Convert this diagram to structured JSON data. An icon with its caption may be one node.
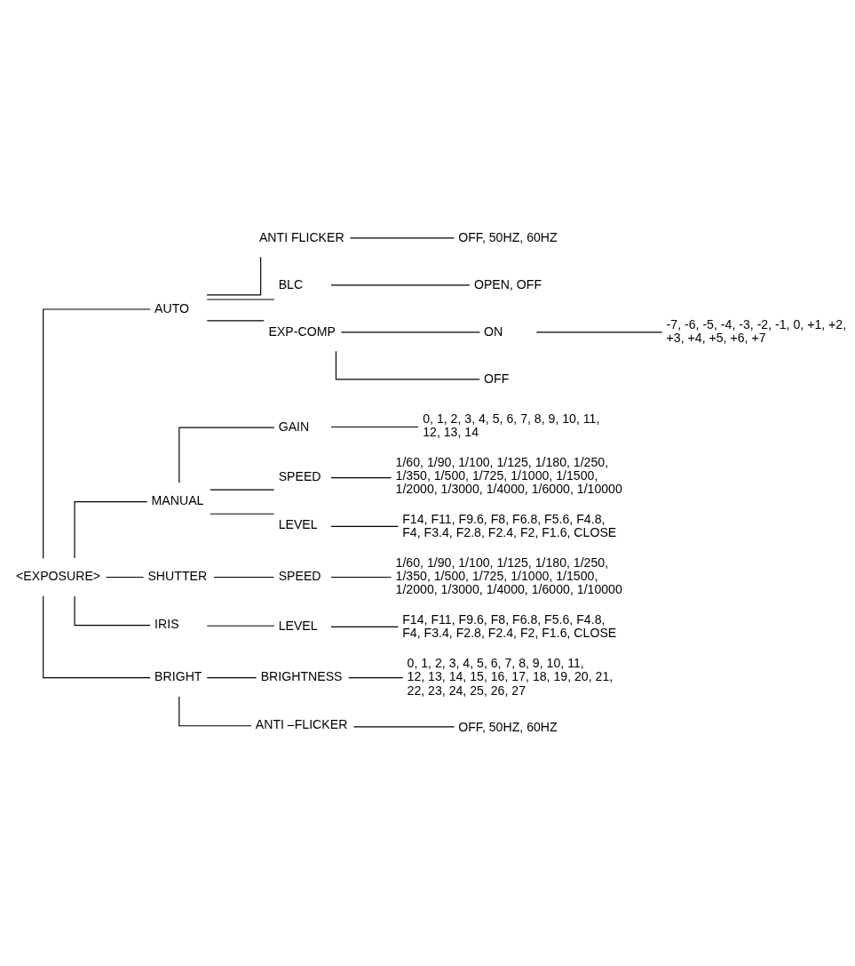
{
  "diagram": {
    "nodes": [
      {
        "text": [
          "<EXPOSURE>"
        ]
      },
      {
        "text": [
          "AUTO"
        ]
      },
      {
        "text": [
          "ANTI FLICKER"
        ]
      },
      {
        "text": [
          "OFF, 50HZ, 60HZ"
        ]
      },
      {
        "text": [
          "BLC"
        ]
      },
      {
        "text": [
          "OPEN, OFF"
        ]
      },
      {
        "text": [
          "EXP-COMP"
        ]
      },
      {
        "text": [
          "ON"
        ]
      },
      {
        "text": [
          "-7, -6, -5, -4, -3, -2, -1, 0, +1, +2, +3, +4, +5, +6, +7"
        ]
      },
      {
        "text": [
          "OFF"
        ]
      },
      {
        "text": [
          "MANUAL"
        ]
      },
      {
        "text": [
          "GAIN"
        ]
      },
      {
        "text": [
          "0, 1, 2, 3, 4, 5, 6, 7, 8, 9, 10, 11, 12, 13, 14"
        ]
      },
      {
        "text": [
          "SPEED"
        ]
      },
      {
        "text": [
          "1/60, 1/90, 1/100, 1/125, 1/180, 1/250, 1/350, 1/500, 1/725, 1/1000, 1/1500, 1/2000, 1/3000, 1/4000, 1/6000, 1/10000"
        ]
      },
      {
        "text": [
          "LEVEL"
        ]
      },
      {
        "text": [
          "F14, F11, F9.6, F8, F6.8, F5.6, F4.8, F4, F3.4, F2.8, F2.4, F2, F1.6, CLOSE"
        ]
      },
      {
        "text": [
          "SHUTTER"
        ]
      },
      {
        "text": [
          "SPEED"
        ]
      },
      {
        "text": [
          "1/60, 1/90, 1/100, 1/125, 1/180, 1/250, 1/350, 1/500, 1/725, 1/1000, 1/1500, 1/2000, 1/3000, 1/4000, 1/6000, 1/10000"
        ]
      },
      {
        "text": [
          "IRIS"
        ]
      },
      {
        "text": [
          "LEVEL"
        ]
      },
      {
        "text": [
          "F14, F11, F9.6, F8, F6.8, F5.6, F4.8, F4, F3.4, F2.8, F2.4, F2, F1.6, CLOSE"
        ]
      },
      {
        "text": [
          "BRIGHT"
        ]
      },
      {
        "text": [
          "BRIGHTNESS"
        ]
      },
      {
        "text": [
          "0, 1, 2, 3, 4, 5, 6, 7, 8, 9, 10, 11, 12, 13, 14, 15, 16, 17, 18, 19, 20, 21, 22, 23, 24, 25, 26, 27"
        ]
      },
      {
        "text": [
          "ANTI –FLICKER"
        ]
      },
      {
        "text": [
          "OFF, 50HZ, 60HZ"
        ]
      }
    ],
    "edges": [
      {
        "from": 0,
        "to": 1,
        "arrow": "none"
      },
      {
        "from": 1,
        "to": 2,
        "arrow": "none"
      },
      {
        "from": 2,
        "to": 3,
        "arrow": "none"
      },
      {
        "from": 1,
        "to": 4,
        "arrow": "none"
      },
      {
        "from": 4,
        "to": 5,
        "arrow": "none"
      },
      {
        "from": 1,
        "to": 6,
        "arrow": "none"
      },
      {
        "from": 6,
        "to": 7,
        "arrow": "none"
      },
      {
        "from": 7,
        "to": 8,
        "arrow": "none"
      },
      {
        "from": 6,
        "to": 9,
        "arrow": "none"
      },
      {
        "from": 0,
        "to": 10,
        "arrow": "none"
      },
      {
        "from": 10,
        "to": 11,
        "arrow": "none"
      },
      {
        "from": 11,
        "to": 12,
        "arrow": "none"
      },
      {
        "from": 10,
        "to": 13,
        "arrow": "none"
      },
      {
        "from": 13,
        "to": 14,
        "arrow": "none"
      },
      {
        "from": 10,
        "to": 15,
        "arrow": "none"
      },
      {
        "from": 15,
        "to": 16,
        "arrow": "none"
      },
      {
        "from": 0,
        "to": 17,
        "arrow": "none"
      },
      {
        "from": 17,
        "to": 18,
        "arrow": "none"
      },
      {
        "from": 18,
        "to": 19,
        "arrow": "none"
      },
      {
        "from": 0,
        "to": 20,
        "arrow": "none"
      },
      {
        "from": 20,
        "to": 21,
        "arrow": "none"
      },
      {
        "from": 21,
        "to": 22,
        "arrow": "none"
      },
      {
        "from": 0,
        "to": 23,
        "arrow": "none"
      },
      {
        "from": 23,
        "to": 24,
        "arrow": "none"
      },
      {
        "from": 24,
        "to": 25,
        "arrow": "none"
      },
      {
        "from": 23,
        "to": 26,
        "arrow": "none"
      },
      {
        "from": 26,
        "to": 27,
        "arrow": "none"
      }
    ]
  }
}
